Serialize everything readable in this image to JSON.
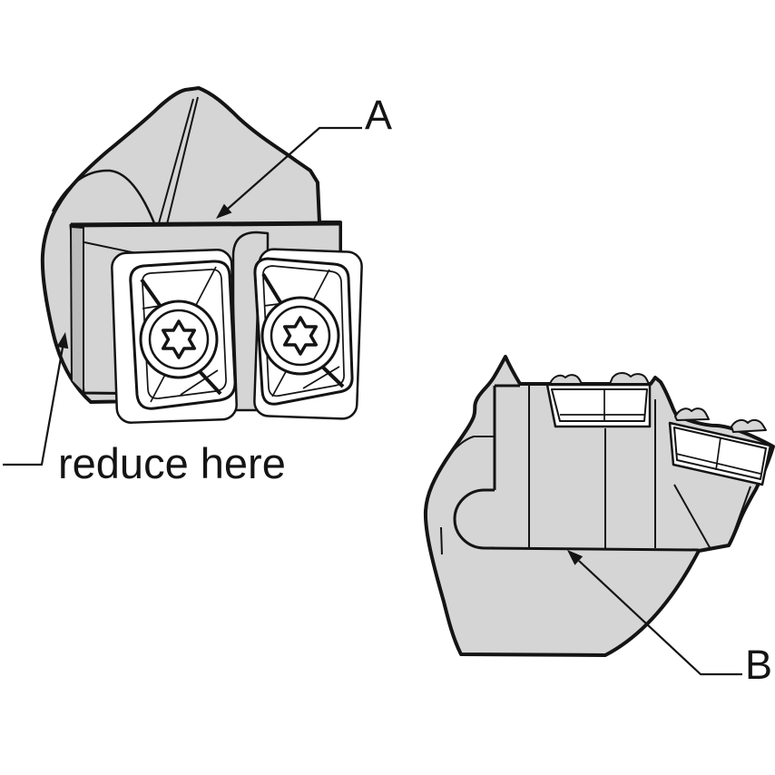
{
  "figure_a": {
    "name": "drill-head-front-view",
    "label": "A",
    "annotation": "reduce here"
  },
  "figure_b": {
    "name": "drill-head-side-view",
    "label": "B"
  },
  "icons": {
    "screws": "torx-screw-icon",
    "arrowheads": "arrowhead-icon"
  },
  "colors": {
    "body_gray": "#d5d5d5",
    "side_gray": "#bcbcbc",
    "line": "#141414",
    "background": "#ffffff"
  }
}
